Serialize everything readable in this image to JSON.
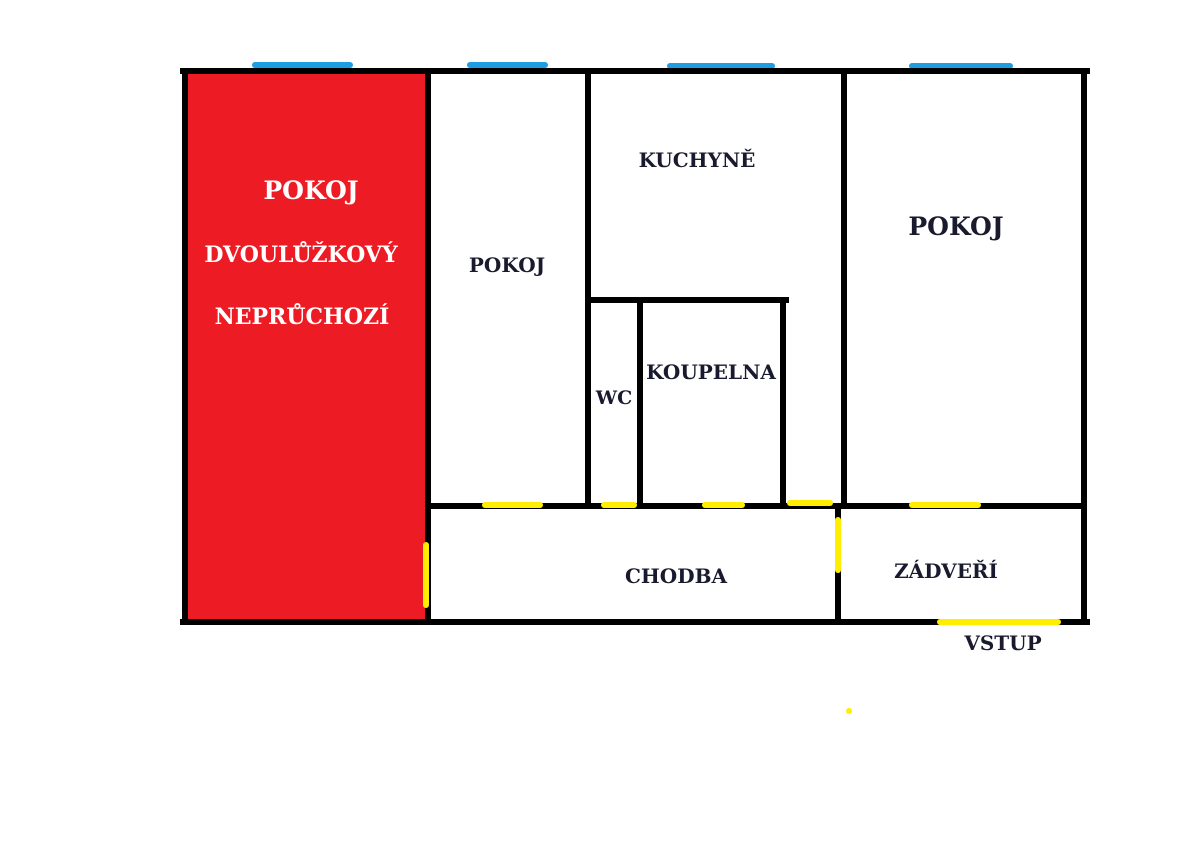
{
  "colors": {
    "wall": "#000000",
    "highlight_room": "#ed1c24",
    "window": "#1e9ee0",
    "door": "#ffee00",
    "label_dark": "#1a1a2e",
    "label_light": "#ffffff"
  },
  "rooms": {
    "red_room": {
      "line1": "POKOJ",
      "line2": "DVOULŮŽKOVÝ",
      "line3": "NEPRŮCHOZÍ"
    },
    "middle_room": "POKOJ",
    "kitchen": "KUCHYNĚ",
    "wc": "WC",
    "bathroom": "KOUPELNA",
    "right_room": "POKOJ",
    "hallway": "CHODBA",
    "entry_hall": "ZÁDVEŘÍ"
  },
  "entrance_label": "VSTUP"
}
